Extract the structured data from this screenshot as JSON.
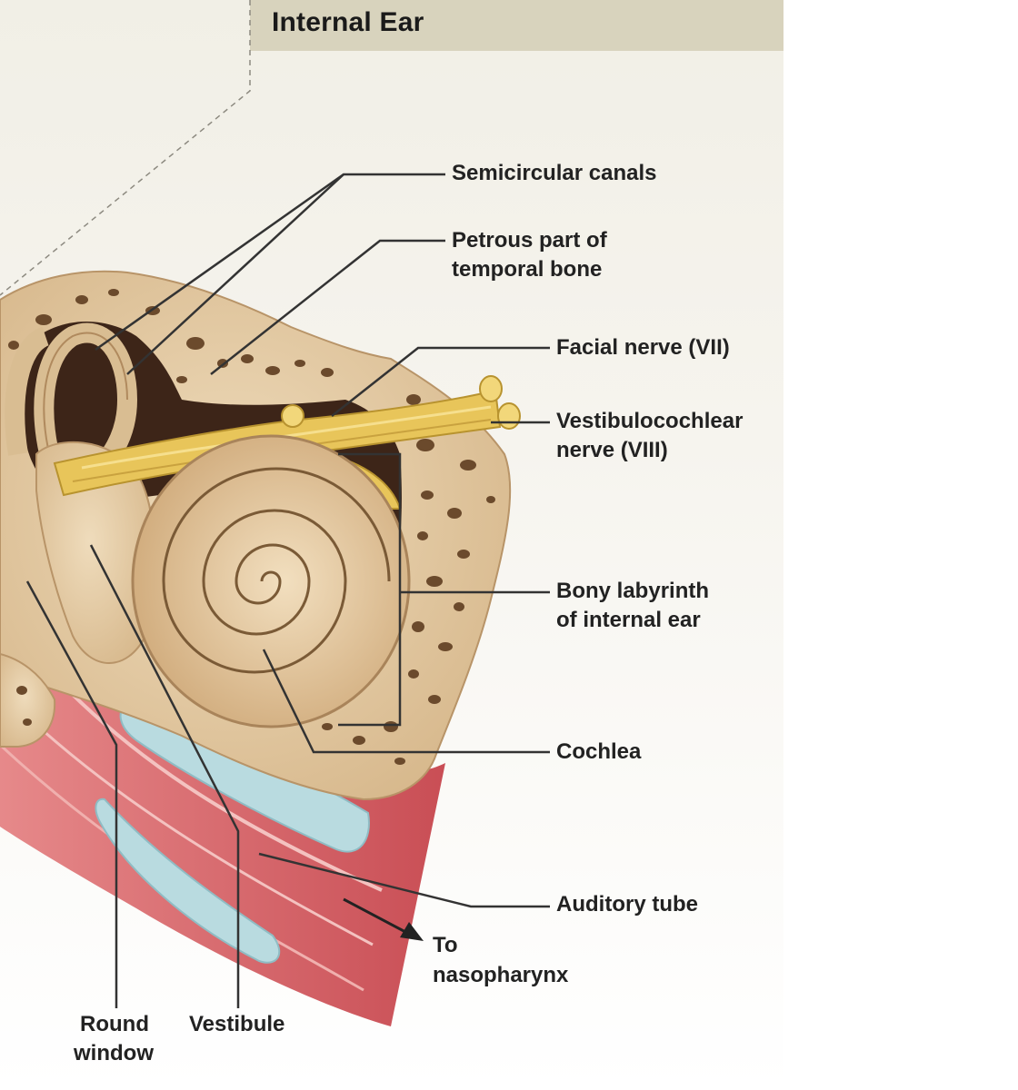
{
  "title": "Internal Ear",
  "labels": {
    "semicircular_canals": "Semicircular canals",
    "petrous_1": "Petrous part of",
    "petrous_2": "temporal bone",
    "facial_nerve": "Facial nerve (VII)",
    "vestibulocochlear_1": "Vestibulocochlear",
    "vestibulocochlear_2": "nerve (VIII)",
    "bony_labyrinth_1": "Bony labyrinth",
    "bony_labyrinth_2": "of internal ear",
    "cochlea": "Cochlea",
    "auditory_tube": "Auditory tube",
    "to_nasopharynx_1": "To",
    "to_nasopharynx_2": "nasopharynx",
    "round_window_1": "Round",
    "round_window_2": "window",
    "vestibule": "Vestibule"
  },
  "colors": {
    "bone": "#e2c8a0",
    "bone_dark": "#c4a074",
    "pores": "#6b4a2c",
    "nerve": "#e8c55a",
    "tube": "#d9686a",
    "cartilage": "#b9dbe0",
    "cavity": "#3d2518"
  }
}
